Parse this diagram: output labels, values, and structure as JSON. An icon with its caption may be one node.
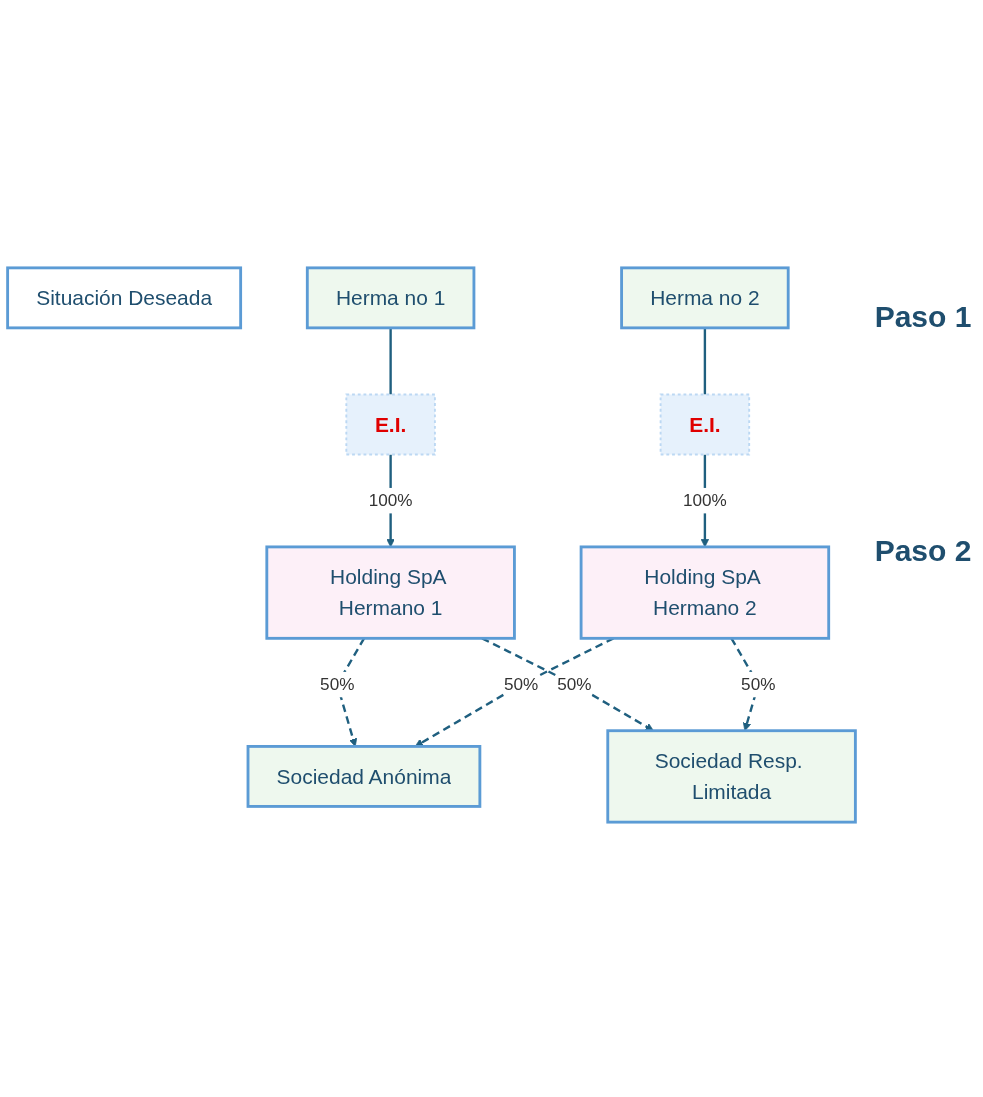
{
  "diagram": {
    "nodes": [
      {
        "text": [
          "Situación Deseada"
        ]
      },
      {
        "text": [
          "Herma no 1"
        ]
      },
      {
        "text": [
          "Herma no 2"
        ]
      },
      {
        "text": [
          "E.I."
        ]
      },
      {
        "text": [
          "E.I."
        ]
      },
      {
        "text": [
          "Holding SpA Hermano 1"
        ]
      },
      {
        "text": [
          "Holding SpA Hermano 2"
        ]
      },
      {
        "text": [
          "Sociedad Anónima"
        ]
      },
      {
        "text": [
          "Sociedad Resp. Limitada"
        ]
      }
    ],
    "edges": [
      {
        "from": 1,
        "to": 3,
        "arrow": "none"
      },
      {
        "from": 2,
        "to": 4,
        "arrow": "none"
      },
      {
        "from": 3,
        "to": 5,
        "arrow": "to",
        "label": "100%"
      },
      {
        "from": 4,
        "to": 6,
        "arrow": "to",
        "label": "100%"
      },
      {
        "from": 5,
        "to": 7,
        "arrow": "to",
        "label": "50%",
        "style": "dashed"
      },
      {
        "from": 6,
        "to": 7,
        "arrow": "to",
        "label": "50%",
        "style": "dashed"
      },
      {
        "from": 5,
        "to": 8,
        "arrow": "to",
        "label": "50%",
        "style": "dashed"
      },
      {
        "from": 6,
        "to": 8,
        "arrow": "to",
        "label": "50%",
        "style": "dashed"
      }
    ],
    "labels": [
      "Paso 1",
      "Paso 2"
    ]
  }
}
